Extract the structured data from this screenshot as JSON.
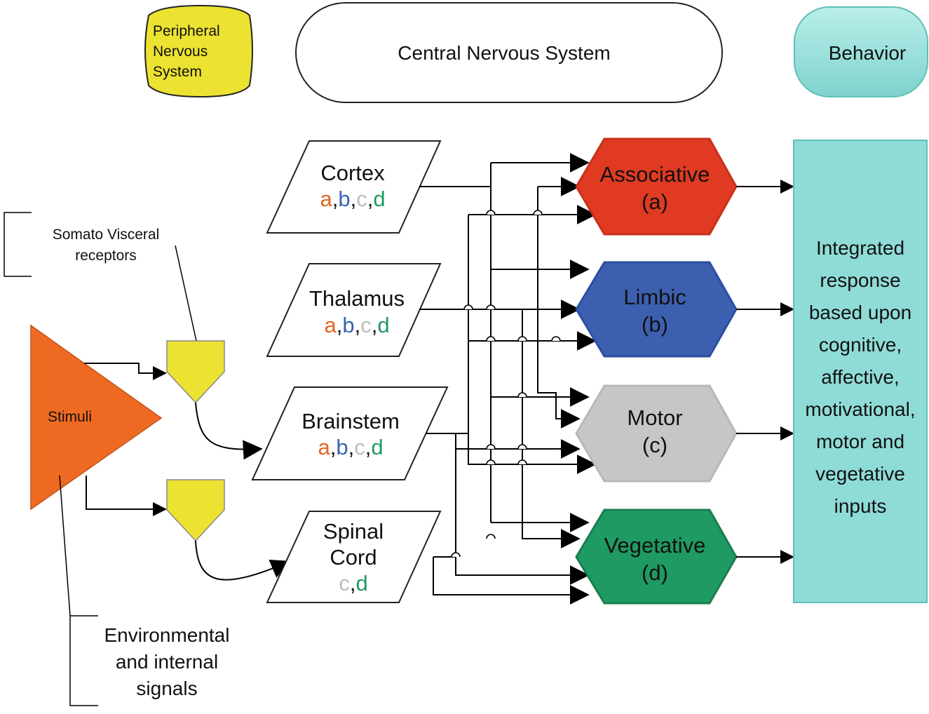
{
  "headers": {
    "pns": [
      "Peripheral",
      "Nervous",
      "System"
    ],
    "cns": "Central Nervous System",
    "behavior": "Behavior"
  },
  "sources": [
    {
      "id": "cortex",
      "lines": [
        "Cortex"
      ],
      "targets": [
        {
          "t": "a",
          "c": "#e0661f"
        },
        {
          "t": ",",
          "c": "#111111"
        },
        {
          "t": "b",
          "c": "#3a64b0"
        },
        {
          "t": ",",
          "c": "#111111"
        },
        {
          "t": "c",
          "c": "#bdbdbd"
        },
        {
          "t": ",",
          "c": "#111111"
        },
        {
          "t": "d",
          "c": "#1f9a62"
        }
      ]
    },
    {
      "id": "thalamus",
      "lines": [
        "Thalamus"
      ],
      "targets": [
        {
          "t": "a",
          "c": "#e0661f"
        },
        {
          "t": ",",
          "c": "#111111"
        },
        {
          "t": "b",
          "c": "#3a64b0"
        },
        {
          "t": ",",
          "c": "#111111"
        },
        {
          "t": "c",
          "c": "#bdbdbd"
        },
        {
          "t": ",",
          "c": "#111111"
        },
        {
          "t": "d",
          "c": "#1f9a62"
        }
      ]
    },
    {
      "id": "brainstem",
      "lines": [
        "Brainstem"
      ],
      "targets": [
        {
          "t": "a",
          "c": "#e0661f"
        },
        {
          "t": ",",
          "c": "#111111"
        },
        {
          "t": "b",
          "c": "#3a64b0"
        },
        {
          "t": ",",
          "c": "#111111"
        },
        {
          "t": "c",
          "c": "#bdbdbd"
        },
        {
          "t": ",",
          "c": "#111111"
        },
        {
          "t": "d",
          "c": "#1f9a62"
        }
      ]
    },
    {
      "id": "spinal-cord",
      "lines": [
        "Spinal",
        "Cord"
      ],
      "targets": [
        {
          "t": "c",
          "c": "#bdbdbd"
        },
        {
          "t": ",",
          "c": "#111111"
        },
        {
          "t": "d",
          "c": "#1f9a62"
        }
      ]
    }
  ],
  "outputs": [
    {
      "id": "associative",
      "name": "Associative",
      "letter": "(a)",
      "color": "#e03a22"
    },
    {
      "id": "limbic",
      "name": "Limbic",
      "letter": "(b)",
      "color": "#3d5fb0"
    },
    {
      "id": "motor",
      "name": "Motor",
      "letter": "(c)",
      "color": "#c6c6c6"
    },
    {
      "id": "vegetative",
      "name": "Vegetative",
      "letter": "(d)",
      "color": "#1f9a62"
    }
  ],
  "stimuli": "Stimuli",
  "receptors": [
    "Somato Visceral",
    "receptors"
  ],
  "environment": [
    "Environmental",
    "and internal",
    "signals"
  ],
  "response": [
    "Integrated",
    "response",
    "based upon",
    "cognitive,",
    "affective,",
    "motivational,",
    "motor and",
    "vegetative",
    "inputs"
  ],
  "colors": {
    "pns": "#ece232",
    "behavior": "#8fdcd7",
    "stimuli": "#ee6a22",
    "receptor": "#ece232"
  }
}
